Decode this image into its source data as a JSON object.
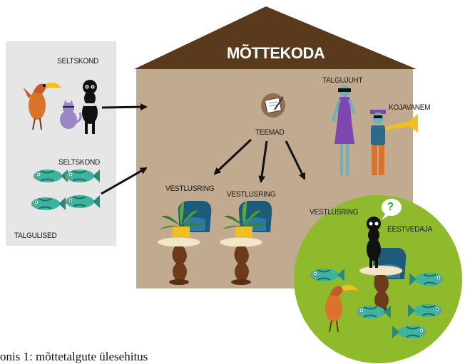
{
  "title": "MÕTTEKODA",
  "labels": {
    "seltskond_top": "SELTSKOND",
    "seltskond_bottom": "SELTSKOND",
    "talgulised": "TALGULISED",
    "teemad": "TEEMAD",
    "talgujuht": "TALGUJUHT",
    "kojavanem": "KOJAVANEM",
    "vestlusring_1": "VESTLUSRING",
    "vestlusring_2": "VESTLUSRING",
    "vestlusring_3": "VESTLUSRING",
    "eestvedaja": "EESTVEDAJA",
    "question_mark": "?"
  },
  "caption": "onis 1: mõttetalgute ülesehitus",
  "colors": {
    "roof": "#5a3a1c",
    "house": "#c2aa90",
    "left_panel": "#e6e6e6",
    "green_circle": "#8fba2c",
    "fish": "#3fb3a0",
    "chair": "#1e5a7a",
    "plant_pot": "#f0c020",
    "table_top": "#f2e6c8",
    "table_leg": "#6e3b1a"
  },
  "icons": [
    "bird-icon",
    "poodle-icon",
    "cat-icon",
    "fish-icon",
    "notepad-icon",
    "woman-leader-icon",
    "man-horn-icon",
    "armchair-icon",
    "plant-icon",
    "round-table-icon",
    "question-bubble-icon",
    "arrow-icon"
  ]
}
